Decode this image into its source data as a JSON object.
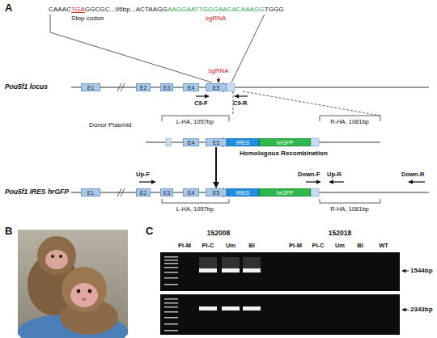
{
  "diagram": {
    "nodes": [
      {
        "text": [
          "E1"
        ]
      },
      {
        "text": [
          "E2"
        ]
      },
      {
        "text": [
          "E3"
        ]
      },
      {
        "text": [
          "E4"
        ]
      },
      {
        "text": [
          "E5"
        ]
      },
      {
        "text": [
          "E4"
        ]
      },
      {
        "text": [
          "E5"
        ]
      },
      {
        "text": [
          "IRES"
        ]
      },
      {
        "text": [
          "hrGFP"
        ]
      },
      {
        "text": [
          "E1"
        ]
      },
      {
        "text": [
          "E2"
        ]
      },
      {
        "text": [
          "E3"
        ]
      },
      {
        "text": [
          "E4"
        ]
      },
      {
        "text": [
          "E5"
        ]
      },
      {
        "text": [
          "IRES"
        ]
      },
      {
        "text": [
          "hrGFP"
        ]
      }
    ],
    "edges": [
      {
        "from": 6,
        "to": 13,
        "arrow": "to"
      }
    ],
    "labels": [
      "A",
      "CAAAC",
      "TGA",
      "GGCGC...95bp...ACTAAGG",
      "AAGGAATTGGGAACACAAAGG",
      "TGGG",
      "Stop codon",
      "sgRNA",
      "Pou5f1 locus",
      "sgRNA",
      "C9-F",
      "C9-R",
      "Donor Plasmid",
      "L-HA, 1057bp",
      "R-HA, 1081bp",
      "Homologous Recombination",
      "Pou5f1 IRES hrGFP",
      "Up-F",
      "Down-F",
      "Up-R",
      "Down-R",
      "L-HA, 1057bp",
      "R-HA, 1081bp",
      "B",
      "C",
      "152008",
      "152018",
      "PI-M",
      "PI-C",
      "Um",
      "BI",
      "PI-M",
      "PI-C",
      "Um",
      "BI",
      "WT",
      "1544bp",
      "2343bp"
    ]
  }
}
